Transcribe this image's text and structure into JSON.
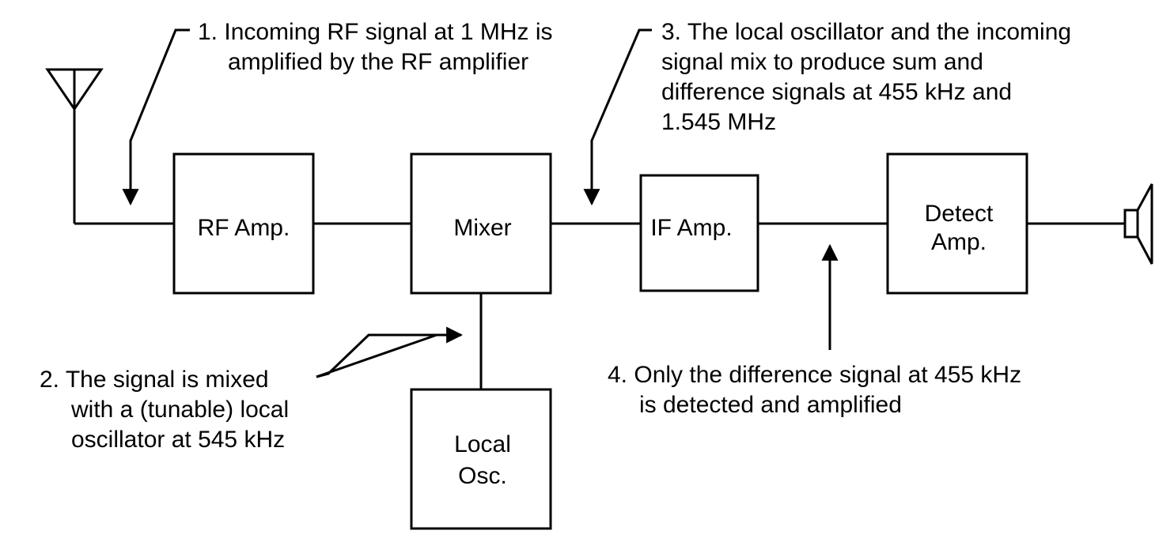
{
  "blocks": {
    "rf_amp": {
      "lines": [
        "RF Amp."
      ]
    },
    "mixer": {
      "lines": [
        "Mixer"
      ]
    },
    "if_amp": {
      "lines": [
        "IF Amp."
      ]
    },
    "detect_amp": {
      "lines": [
        "Detect",
        "Amp."
      ]
    },
    "local_osc": {
      "lines": [
        "Local",
        "Osc."
      ]
    }
  },
  "annotations": {
    "step1": [
      "1.  Incoming RF signal at 1 MHz is",
      "amplified by the RF amplifier"
    ],
    "step2": [
      "2.  The signal is mixed",
      "with a (tunable) local",
      "oscillator at 545 kHz"
    ],
    "step3": [
      "3.  The local oscillator and the incoming",
      "signal mix to produce sum and",
      "difference signals at 455 kHz and",
      "1.545 MHz"
    ],
    "step4": [
      "4.  Only the difference signal at 455 kHz",
      "is detected and amplified"
    ]
  },
  "icons": {
    "input": "antenna-icon",
    "output": "speaker-icon"
  },
  "colors": {
    "stroke": "#000000",
    "background": "#ffffff"
  }
}
